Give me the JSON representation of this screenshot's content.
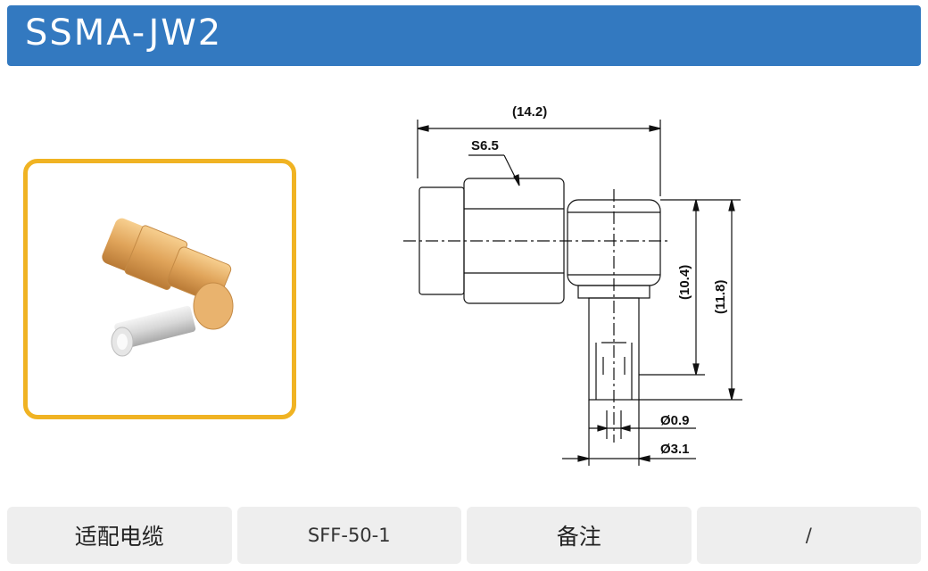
{
  "header": {
    "title": "SSMA-JW2"
  },
  "photo": {
    "icon": "connector-photo"
  },
  "drawing": {
    "dim_length": "(14.2)",
    "dim_hex": "S6.5",
    "dim_height_inner": "(10.4)",
    "dim_height_outer": "(11.8)",
    "dim_pin": "Ø0.9",
    "dim_body": "Ø3.1"
  },
  "table": {
    "cable_label": "适配电缆",
    "cable_value": "SFF-50-1",
    "note_label": "备注",
    "note_value": "/"
  },
  "colors": {
    "header_bg": "#3379c0",
    "frame": "#f0b323",
    "cell_bg": "#eeeeee"
  }
}
